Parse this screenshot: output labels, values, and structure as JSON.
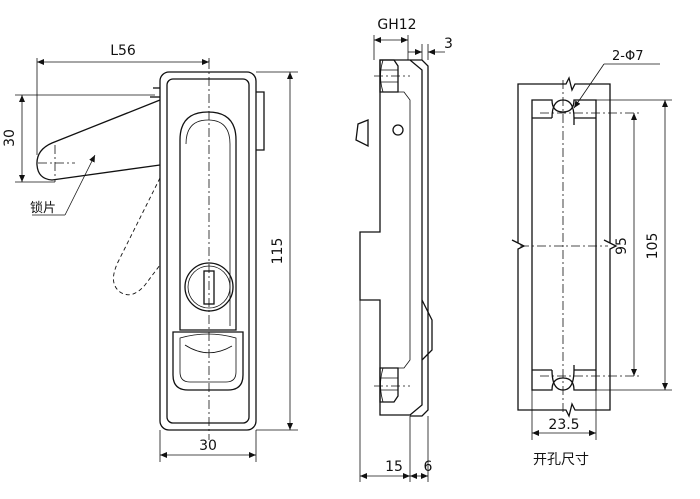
{
  "labels": {
    "width_top": "L56",
    "height_lever": "30",
    "lever_part": "锁片",
    "height_total": "115",
    "width_bottom": "30",
    "thread": "GH12",
    "offset_top": "3",
    "depth_body": "15",
    "depth_flange": "6",
    "holes": "2-Φ7",
    "hole_pitch": "95",
    "cutout_height": "105",
    "cutout_width": "23.5",
    "cutout_caption": "开孔尺寸"
  }
}
